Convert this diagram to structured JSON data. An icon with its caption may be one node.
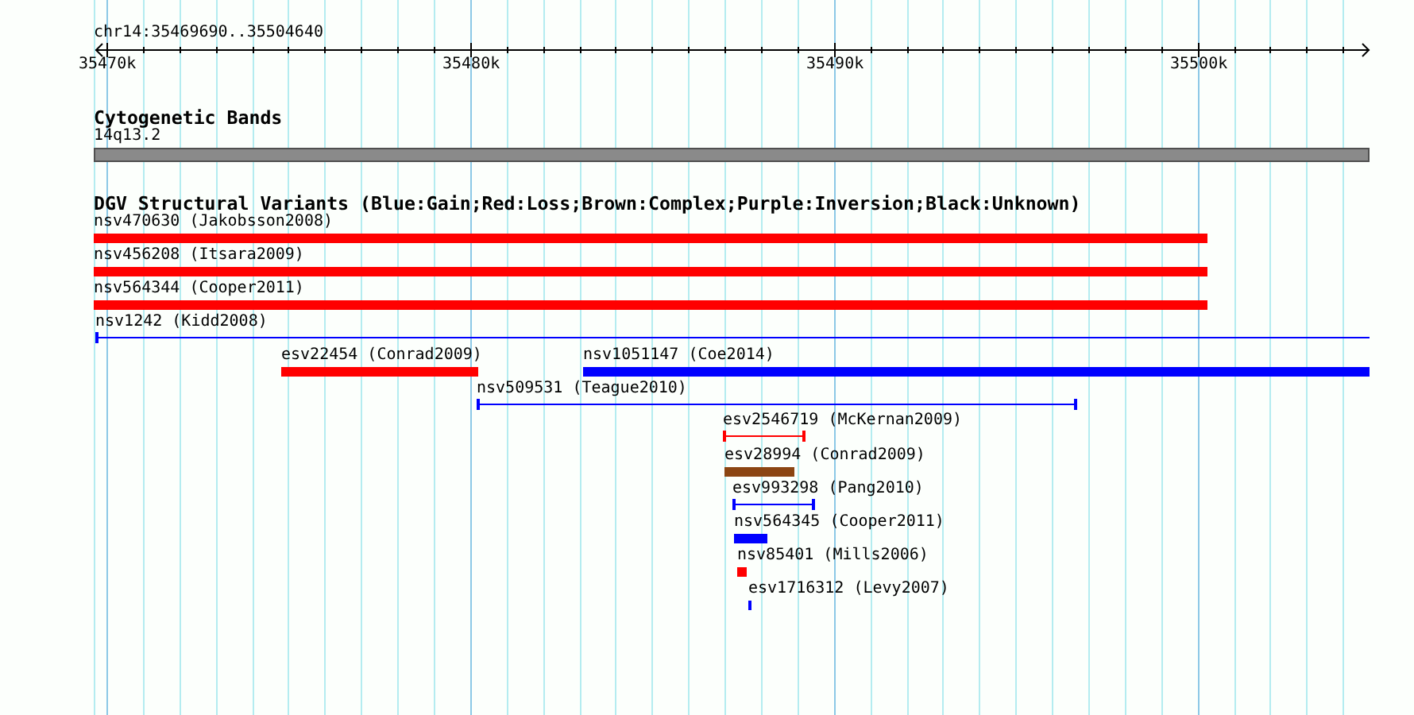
{
  "diagram": {
    "nodes": [
      {
        "text": [
          "14q13.2"
        ]
      },
      {
        "text": [
          "nsv470630 (Jakobsson2008)"
        ]
      },
      {
        "text": [
          "nsv456208 (Itsara2009)"
        ]
      },
      {
        "text": [
          "nsv564344 (Cooper2011)"
        ]
      },
      {
        "text": [
          "nsv1242 (Kidd2008)"
        ]
      },
      {
        "text": [
          "esv22454 (Conrad2009)"
        ]
      },
      {
        "text": [
          "nsv1051147 (Coe2014)"
        ]
      },
      {
        "text": [
          "nsv509531 (Teague2010)"
        ]
      },
      {
        "text": [
          "esv2546719 (McKernan2009)"
        ]
      },
      {
        "text": [
          "esv28994 (Conrad2009)"
        ]
      },
      {
        "text": [
          "esv993298 (Pang2010)"
        ]
      },
      {
        "text": [
          "nsv564345 (Cooper2011)"
        ]
      },
      {
        "text": [
          "nsv85401 (Mills2006)"
        ]
      },
      {
        "text": [
          "esv1716312 (Levy2007)"
        ]
      }
    ],
    "labels": [
      "chr14:35469690..35504640",
      "35470k",
      "35480k",
      "35490k",
      "35500k",
      "Cytogenetic Bands",
      "DGV Structural Variants (Blue:Gain;Red:Loss;Brown:Complex;Purple:Inversion;Black:Unknown)"
    ]
  }
}
